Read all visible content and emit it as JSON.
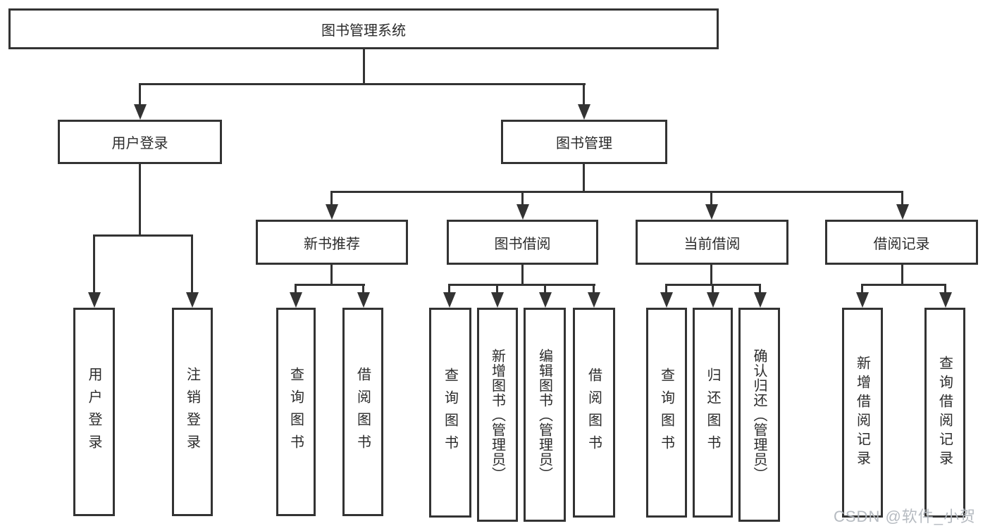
{
  "diagram": {
    "type": "org-tree",
    "colors": {
      "line": "#333333",
      "background": "#ffffff",
      "text": "#2b2b2b",
      "watermark": "#b2b7be"
    },
    "watermark": "CSDN @软件_小贺同学",
    "tree": {
      "label": "图书管理系统",
      "children": [
        {
          "label": "用户登录",
          "children": [
            {
              "label": "用户登录"
            },
            {
              "label": "注销登录"
            }
          ]
        },
        {
          "label": "图书管理",
          "children": [
            {
              "label": "新书推荐",
              "children": [
                {
                  "label": "查询图书"
                },
                {
                  "label": "借阅图书"
                }
              ]
            },
            {
              "label": "图书借阅",
              "children": [
                {
                  "label": "查询图书"
                },
                {
                  "label": "新增图书（管理员）"
                },
                {
                  "label": "编辑图书（管理员）"
                },
                {
                  "label": "借阅图书"
                }
              ]
            },
            {
              "label": "当前借阅",
              "children": [
                {
                  "label": "查询图书"
                },
                {
                  "label": "归还图书"
                },
                {
                  "label": "确认归还（管理员）"
                }
              ]
            },
            {
              "label": "借阅记录",
              "children": [
                {
                  "label": "新增借阅记录"
                },
                {
                  "label": "查询借阅记录"
                }
              ]
            }
          ]
        }
      ]
    }
  }
}
